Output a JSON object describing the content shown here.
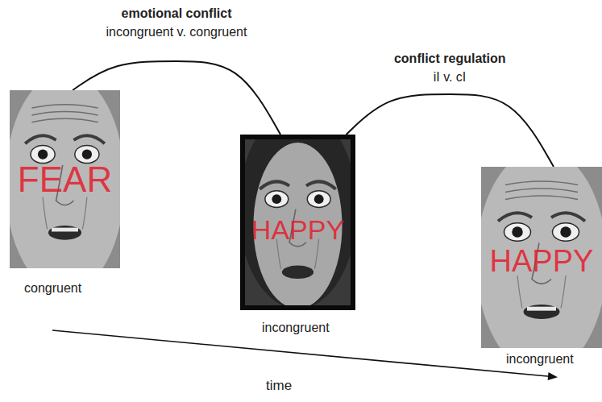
{
  "diagram": {
    "nodes": [
      {
        "text": [
          "FEAR",
          "congruent"
        ]
      },
      {
        "text": [
          "HAPPY",
          "incongruent"
        ]
      },
      {
        "text": [
          "HAPPY",
          "incongruent"
        ]
      }
    ],
    "edges": [
      {
        "from": 0,
        "to": 1,
        "arrow": "none",
        "label": "emotional conflict"
      },
      {
        "from": 1,
        "to": 2,
        "arrow": "none",
        "label": "conflict regulation"
      }
    ],
    "labels": [
      "incongruent v. congruent",
      "iI v. cI",
      "time"
    ]
  }
}
